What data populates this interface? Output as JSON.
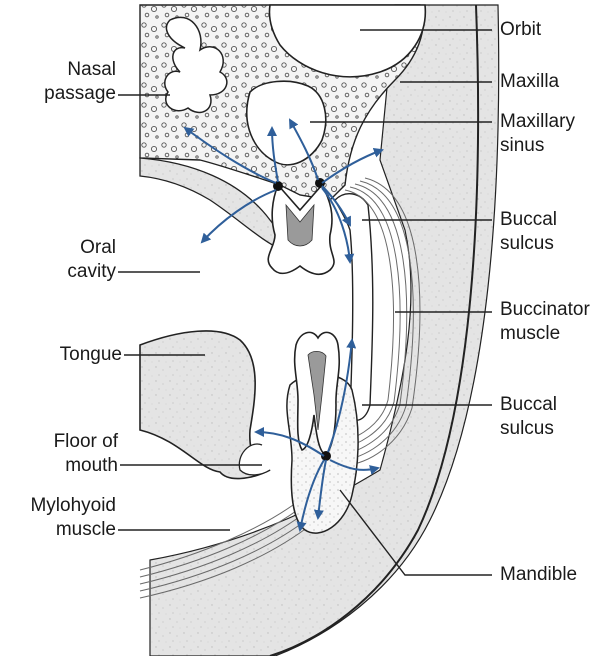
{
  "labels": {
    "orbit": "Orbit",
    "maxilla": "Maxilla",
    "maxillary_sinus": [
      "Maxillary",
      "sinus"
    ],
    "nasal_passage": [
      "Nasal",
      "passage"
    ],
    "buccal_sulcus_upper": [
      "Buccal",
      "sulcus"
    ],
    "oral_cavity": [
      "Oral",
      "cavity"
    ],
    "buccinator_muscle": [
      "Buccinator",
      "muscle"
    ],
    "tongue": "Tongue",
    "buccal_sulcus_lower": [
      "Buccal",
      "sulcus"
    ],
    "floor_of_mouth": [
      "Floor of",
      "mouth"
    ],
    "mylohyoid_muscle": [
      "Mylohyoid",
      "muscle"
    ],
    "mandible": "Mandible"
  },
  "colors": {
    "arrow": "#2f5f9a",
    "outline": "#222222",
    "soft_tissue": "#e6e6e6",
    "bone": "#f3f3f3",
    "tooth": "#ffffff",
    "pulp": "#9a9a9a",
    "muscle_fiber": "#6a6a6a",
    "apex_dot": "#111111"
  }
}
